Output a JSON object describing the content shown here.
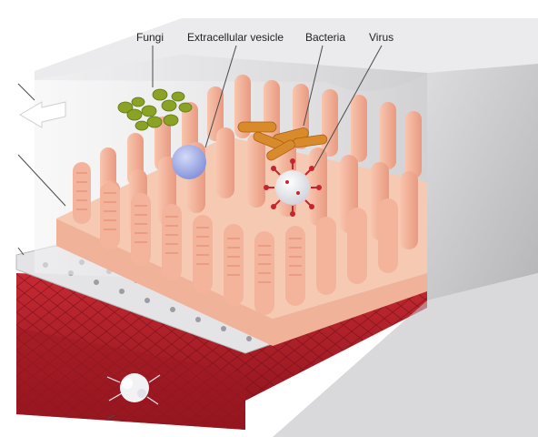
{
  "labels": {
    "fungi": "Fungi",
    "extracellular_vesicle": "Extracellular vesicle",
    "bacteria": "Bacteria",
    "virus": "Virus"
  },
  "colors": {
    "villus": "#f4b49c",
    "villus_shadow": "#e7907a",
    "tissue_base": "#f6c7b1",
    "membrane": "#d9d9d9",
    "blood": "#b3202a",
    "blood_dark": "#7a0f17",
    "fungi": "#8aa325",
    "bacteria": "#d98a2a",
    "vesicle": "#9aa7e6",
    "virus": "#e7e7ef",
    "virus_spikes": "#c5262d",
    "chamber": "#cfcfd2"
  },
  "icons": {
    "flow_arrow": "left-arrow-icon"
  }
}
